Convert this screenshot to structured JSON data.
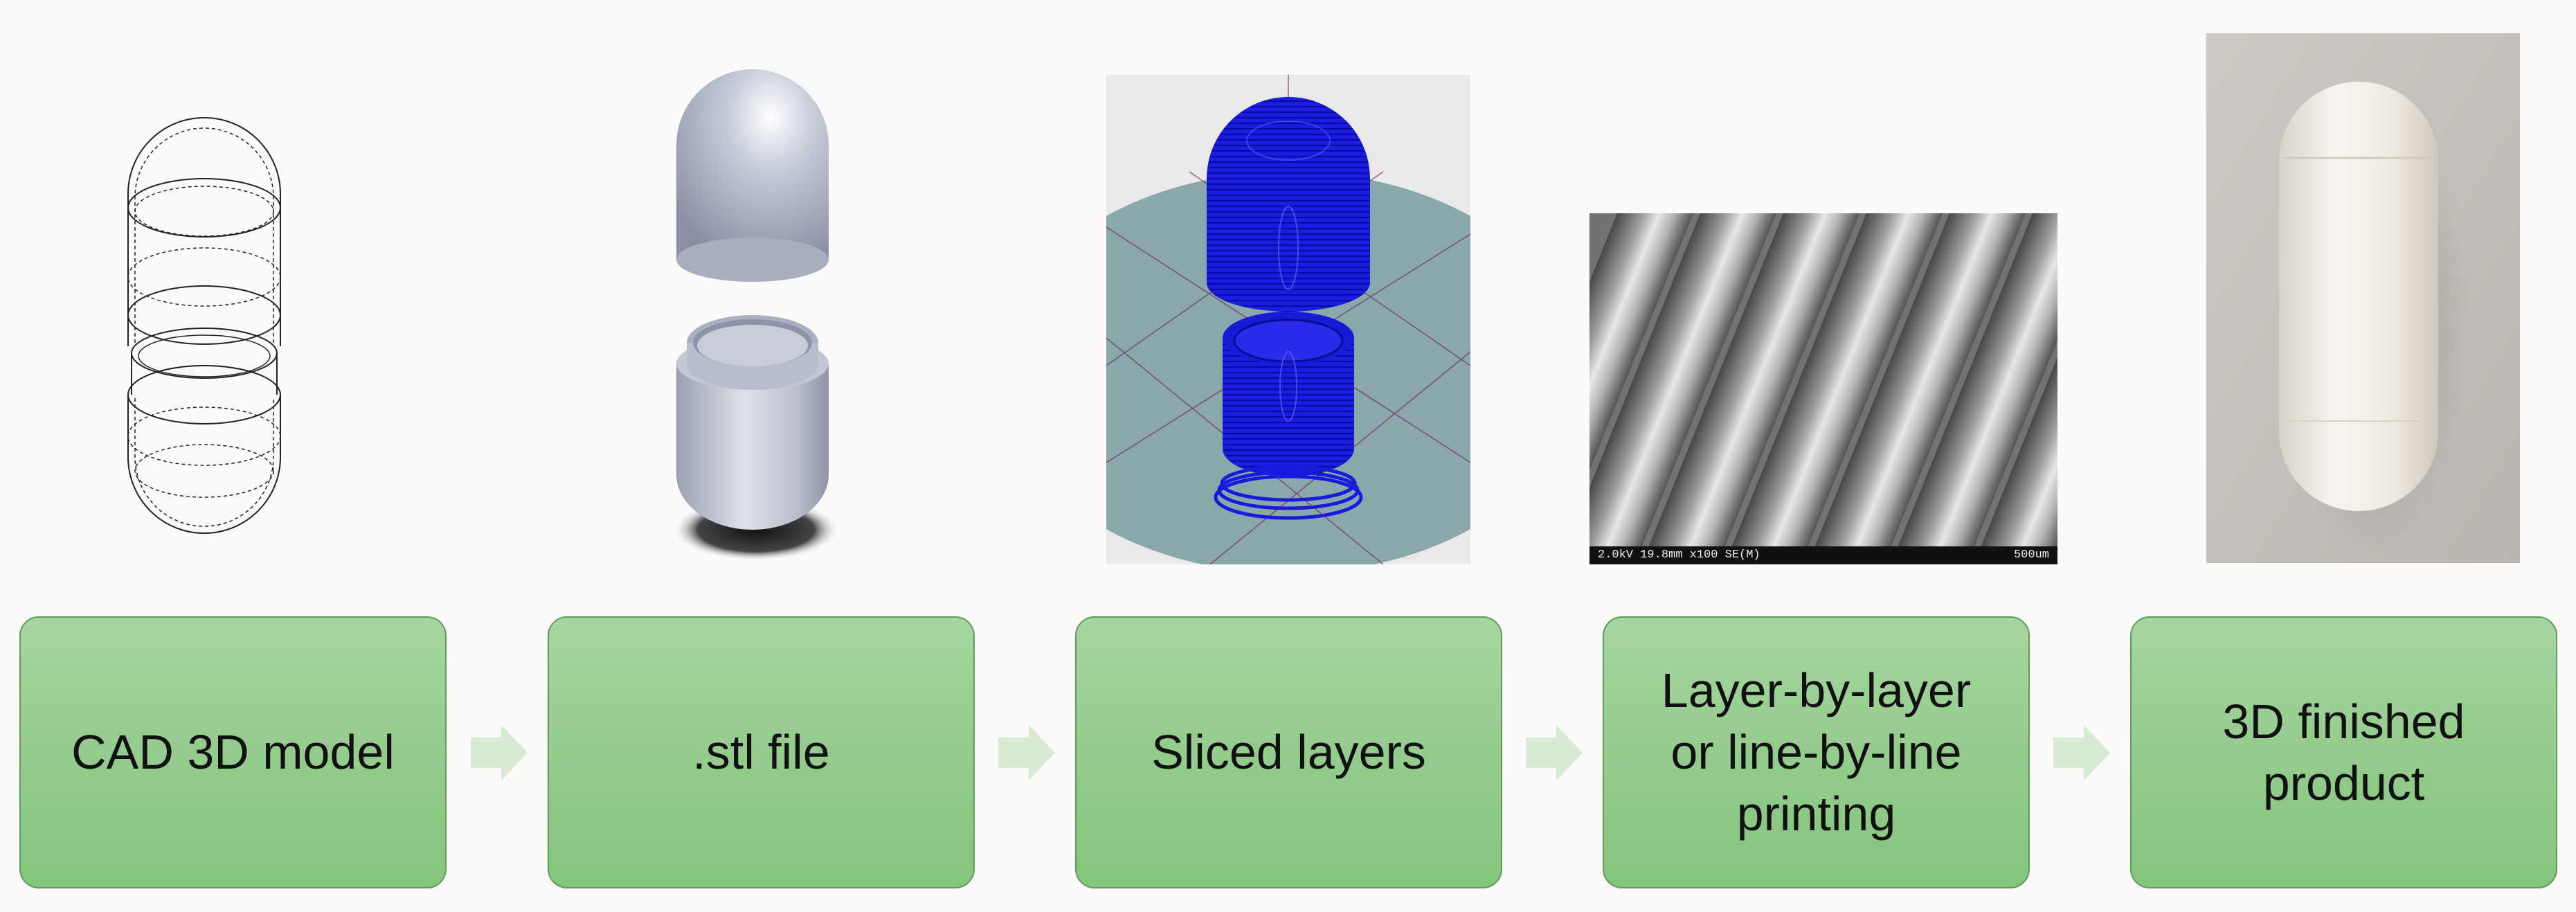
{
  "steps": [
    {
      "label": "CAD 3D model"
    },
    {
      "label": ".stl file"
    },
    {
      "label": "Sliced layers"
    },
    {
      "label": "Layer-by-layer\nor line-by-line\nprinting"
    },
    {
      "label": "3D finished\nproduct"
    }
  ],
  "sem": {
    "caption_left": "2.0kV 19.8mm x100 SE(M)",
    "caption_right": "500um"
  },
  "colors": {
    "step_fill": "#94cc8d",
    "step_border": "#5f9c5a",
    "arrow": "#d6ebd2",
    "slice_blue": "#1a1adb",
    "build_plate": "#8aa7ab"
  }
}
